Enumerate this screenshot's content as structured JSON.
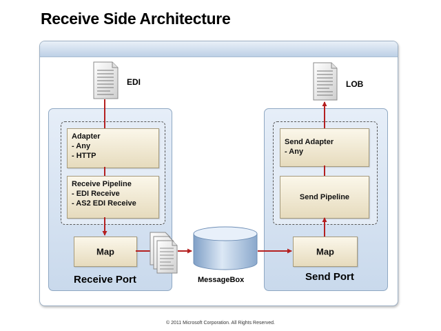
{
  "title": "Receive Side Architecture",
  "receive_port": {
    "label": "Receive Port",
    "adapter": {
      "title": "Adapter",
      "items": [
        "- Any",
        "- HTTP"
      ]
    },
    "pipeline": {
      "title": "Receive Pipeline",
      "items": [
        "- EDI Receive",
        "- AS2 EDI Receive"
      ]
    },
    "map_label": "Map"
  },
  "send_port": {
    "label": "Send Port",
    "adapter": {
      "title": "Send Adapter",
      "items": [
        "- Any"
      ]
    },
    "pipeline_label": "Send Pipeline",
    "map_label": "Map"
  },
  "messagebox_label": "MessageBox",
  "docs": {
    "edi_label": "EDI",
    "lob_label": "LOB"
  },
  "icons": [
    "document-icon",
    "document-stack-icon",
    "database-icon"
  ],
  "colors": {
    "arrow": "#b41f1f",
    "box_fill": "#efe6cc",
    "port_fill": "#d3e0ef"
  },
  "footer": "© 2011 Microsoft Corporation. All Rights Reserved."
}
